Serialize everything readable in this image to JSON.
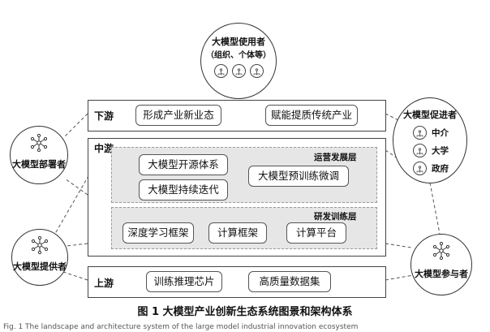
{
  "users": {
    "title": "大模型使用者",
    "subtitle": "（组织、个体等）",
    "icons": [
      "network-icon",
      "network-icon",
      "network-icon"
    ]
  },
  "deployers": {
    "title": "大模型部署者"
  },
  "providers": {
    "title": "大模型提供者"
  },
  "promoters": {
    "title": "大模型促进者",
    "items": [
      {
        "icon": "network-icon",
        "label": "中介"
      },
      {
        "icon": "network-icon",
        "label": "大学"
      },
      {
        "icon": "network-icon",
        "label": "政府"
      }
    ]
  },
  "participants": {
    "title": "大模型参与者"
  },
  "downstream": {
    "label": "下游",
    "items": [
      "形成产业新业态",
      "赋能提质传统产业"
    ]
  },
  "midstream": {
    "label": "中游",
    "operations": {
      "label": "运营发展层",
      "items": [
        "大模型开源体系",
        "大模型持续迭代",
        "大模型预训练微调"
      ]
    },
    "training": {
      "label": "研发训练层",
      "items": [
        "深度学习框架",
        "计算框架",
        "计算平台"
      ]
    }
  },
  "upstream": {
    "label": "上游",
    "items": [
      "训练推理芯片",
      "高质量数据集"
    ]
  },
  "caption": "图 1  大模型产业创新生态系统图景和架构体系",
  "footer": "Fig. 1  The landscape and architecture system of the large model industrial innovation ecosystem"
}
